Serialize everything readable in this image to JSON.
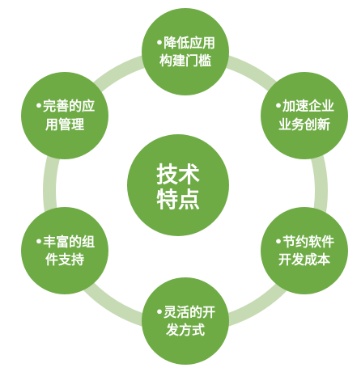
{
  "center": {
    "line1": "技术",
    "line2": "特点"
  },
  "nodes": [
    {
      "line1": "•降低应用",
      "line2": "构建门槛"
    },
    {
      "line1": "•加速企业",
      "line2": "业务创新"
    },
    {
      "line1": "•节约软件",
      "line2": "开发成本"
    },
    {
      "line1": "•灵活的开",
      "line2": "发方式"
    },
    {
      "line1": "•丰富的组",
      "line2": "件支持"
    },
    {
      "line1": "•完善的应",
      "line2": "用管理"
    }
  ],
  "colors": {
    "node_fill": "#6eab45",
    "center_fill": "#6eab45",
    "ring": "#c6dbb4",
    "text": "#ffffff"
  }
}
